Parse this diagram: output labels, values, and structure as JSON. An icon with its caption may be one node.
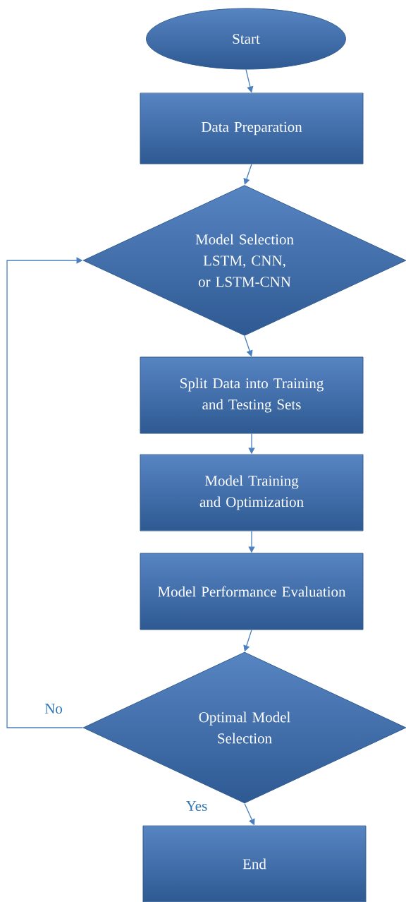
{
  "diagram": {
    "nodes": [
      {
        "text": [
          "Start"
        ]
      },
      {
        "text": [
          "Data Preparation"
        ]
      },
      {
        "text": [
          "Model Selection LSTM, CNN, or LSTM-CNN"
        ]
      },
      {
        "text": [
          "Split Data into Training and Testing Sets"
        ]
      },
      {
        "text": [
          "Model Training and Optimization"
        ]
      },
      {
        "text": [
          "Model Performance Evaluation"
        ]
      },
      {
        "text": [
          "Optimal Model Selection"
        ]
      },
      {
        "text": [
          "End"
        ]
      }
    ],
    "edges": [
      {
        "from": 0,
        "to": 1,
        "arrow": "to"
      },
      {
        "from": 1,
        "to": 2,
        "arrow": "to"
      },
      {
        "from": 2,
        "to": 3,
        "arrow": "to"
      },
      {
        "from": 3,
        "to": 4,
        "arrow": "to"
      },
      {
        "from": 4,
        "to": 5,
        "arrow": "to"
      },
      {
        "from": 5,
        "to": 6,
        "arrow": "to"
      },
      {
        "from": 6,
        "to": 2,
        "arrow": "to",
        "label": "No"
      },
      {
        "from": 6,
        "to": 7,
        "arrow": "to",
        "label": "Yes"
      }
    ]
  }
}
